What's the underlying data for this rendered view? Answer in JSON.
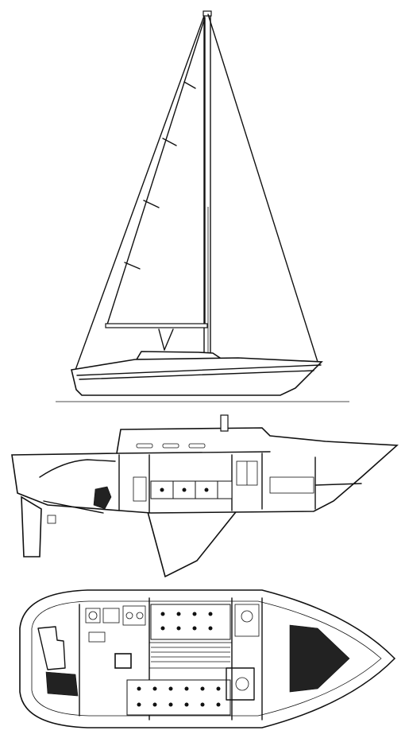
{
  "drawing": {
    "subject": "",
    "views": [
      "sail-plan",
      "inboard-profile",
      "accommodation-plan"
    ]
  },
  "colors": {
    "ink": "#111111",
    "paper": "#ffffff",
    "shade": "#222222"
  }
}
